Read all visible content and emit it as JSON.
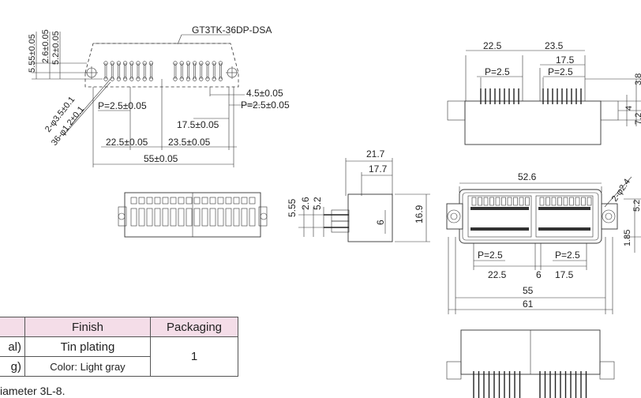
{
  "top_view": {
    "part_number": "GT3TK-36DP-DSA",
    "dims": {
      "a": "5.55±0.05",
      "b": "2.6±0.05",
      "c": "5.2±0.05",
      "hole_a": "2-φ3.5±0.1",
      "hole_b": "36-φ1.2±0.1",
      "pitch_a": "P=2.5±0.05",
      "d45": "4.5±0.05",
      "pitch_b": "P=2.5±0.05",
      "d175": "17.5±0.05",
      "d225": "22.5±0.05",
      "d235": "23.5±0.05",
      "d55": "55±0.05"
    }
  },
  "side_view": {
    "dims": {
      "w1": "21.7",
      "w2": "17.7",
      "h1": "5.55",
      "h2": "2.6",
      "h3": "5.2",
      "h4": "6",
      "h5": "16.9"
    }
  },
  "right_top_view": {
    "dims": {
      "a": "22.5",
      "b": "23.5",
      "c": "17.5",
      "p1": "P=2.5",
      "p2": "P=2.5",
      "v1": "3.8",
      "v2": "4",
      "v3": "7.2"
    }
  },
  "front_view": {
    "dims": {
      "w": "52.6",
      "hole": "2-φ2.4",
      "v1": "5.2",
      "v2": "1.85",
      "p1": "P=2.5",
      "p2": "P=2.5",
      "a": "22.5",
      "b": "6",
      "c": "17.5",
      "d": "55",
      "e": "61"
    }
  },
  "table": {
    "headers": [
      "",
      "Finish",
      "Packaging"
    ],
    "rows": [
      {
        "c0": "al)",
        "finish": "Tin plating",
        "packaging": "1"
      },
      {
        "c0": "g)",
        "finish": "Color: Light gray"
      }
    ]
  },
  "footnote": "iameter 3L-8."
}
